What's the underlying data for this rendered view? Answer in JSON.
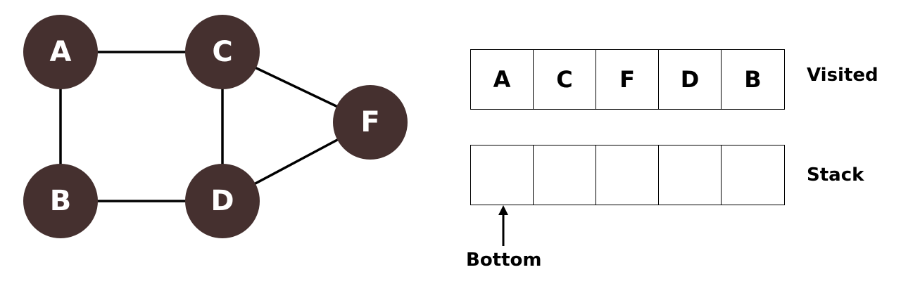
{
  "graph": {
    "node_color": "#45302f",
    "nodes": [
      {
        "id": "A",
        "label": "A"
      },
      {
        "id": "C",
        "label": "C"
      },
      {
        "id": "F",
        "label": "F"
      },
      {
        "id": "B",
        "label": "B"
      },
      {
        "id": "D",
        "label": "D"
      }
    ],
    "edges": [
      [
        "A",
        "C"
      ],
      [
        "A",
        "B"
      ],
      [
        "C",
        "D"
      ],
      [
        "C",
        "F"
      ],
      [
        "B",
        "D"
      ],
      [
        "D",
        "F"
      ]
    ]
  },
  "visited": {
    "label": "Visited",
    "cells": [
      "A",
      "C",
      "F",
      "D",
      "B"
    ]
  },
  "stack": {
    "label": "Stack",
    "cells": [
      "",
      "",
      "",
      "",
      ""
    ],
    "bottom_label": "Bottom"
  }
}
